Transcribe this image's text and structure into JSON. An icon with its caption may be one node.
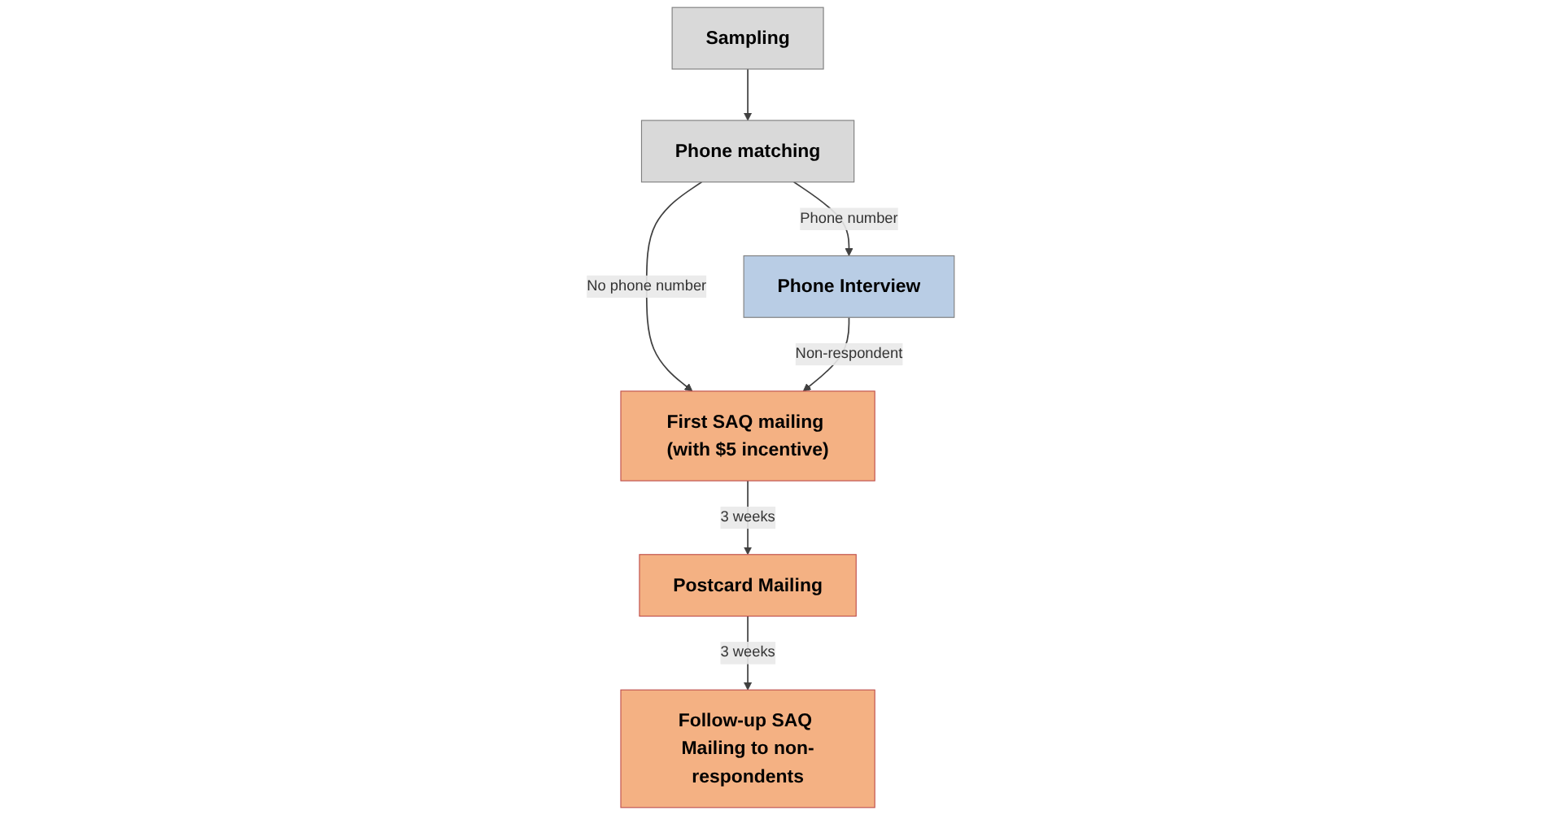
{
  "diagram": {
    "nodes": [
      {
        "text": [
          "Sampling"
        ]
      },
      {
        "text": [
          "Phone matching"
        ]
      },
      {
        "text": [
          "Phone Interview"
        ]
      },
      {
        "text": [
          "First SAQ mailing (with $5 incentive)"
        ]
      },
      {
        "text": [
          "Postcard Mailing"
        ]
      },
      {
        "text": [
          "Follow-up SAQ Mailing to non-respondents"
        ]
      }
    ],
    "edges": [
      {
        "from": 0,
        "to": 1,
        "arrow": "to"
      },
      {
        "from": 1,
        "to": 2,
        "label": "Phone number",
        "arrow": "to"
      },
      {
        "from": 1,
        "to": 3,
        "label": "No phone number",
        "arrow": "to"
      },
      {
        "from": 2,
        "to": 3,
        "label": "Non-respondent",
        "arrow": "to"
      },
      {
        "from": 3,
        "to": 4,
        "label": "3 weeks",
        "arrow": "to"
      },
      {
        "from": 4,
        "to": 5,
        "label": "3 weeks",
        "arrow": "to"
      }
    ]
  }
}
